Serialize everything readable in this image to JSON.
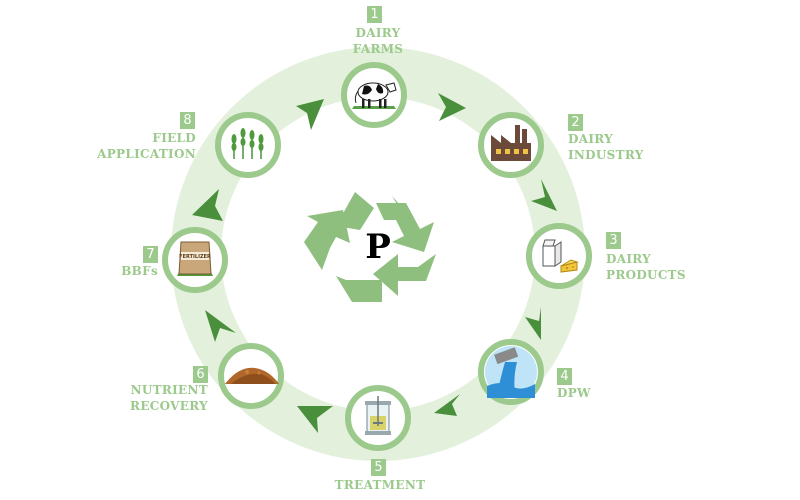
{
  "diagram": {
    "center_letter": "P",
    "colors": {
      "ring": "#e3f0dc",
      "node_border": "#9cc98c",
      "arrow": "#4a8f3c",
      "recycle": "#8fbf7e",
      "label": "#9cc98c"
    },
    "stages": [
      {
        "number": "1",
        "lines": [
          "DAIRY",
          "FARMS"
        ],
        "icon": "cow-icon"
      },
      {
        "number": "2",
        "lines": [
          "DAIRY",
          "INDUSTRY"
        ],
        "icon": "factory-icon"
      },
      {
        "number": "3",
        "lines": [
          "DAIRY",
          "PRODUCTS"
        ],
        "icon": "milk-cheese-icon"
      },
      {
        "number": "4",
        "lines": [
          "DPW"
        ],
        "icon": "wastewater-pipe-icon"
      },
      {
        "number": "5",
        "lines": [
          "TREATMENT"
        ],
        "icon": "reactor-icon"
      },
      {
        "number": "6",
        "lines": [
          "NUTRIENT",
          "RECOVERY"
        ],
        "icon": "powder-pile-icon"
      },
      {
        "number": "7",
        "lines": [
          "BBFs"
        ],
        "icon": "fertilizer-bag-icon"
      },
      {
        "number": "8",
        "lines": [
          "FIELD",
          "APPLICATION"
        ],
        "icon": "wheat-icon"
      }
    ],
    "fertilizer_bag_text": "FERTILIZER"
  }
}
